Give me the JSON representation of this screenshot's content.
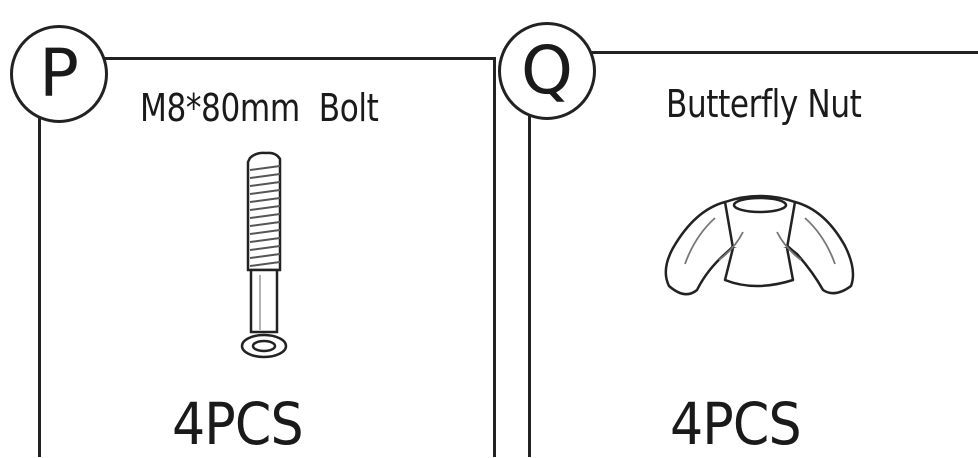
{
  "parts": [
    {
      "letter": "P",
      "name": "M8*80mm  Bolt",
      "quantity": "4PCS",
      "icon": "bolt-icon"
    },
    {
      "letter": "Q",
      "name": "Butterfly Nut",
      "quantity": "4PCS",
      "icon": "butterfly-nut-icon"
    }
  ]
}
